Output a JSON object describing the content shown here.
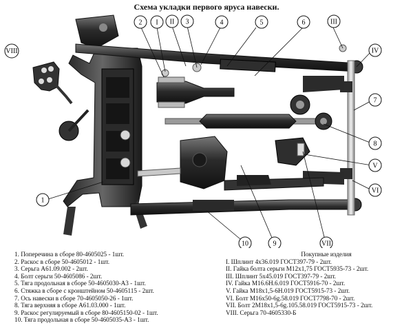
{
  "title": "Схема укладки первого яруса навески.",
  "callouts": [
    "1",
    "2",
    "3",
    "4",
    "5",
    "6",
    "7",
    "8",
    "9",
    "10",
    "I",
    "II",
    "III",
    "IV",
    "V",
    "VI",
    "VII",
    "VIII"
  ],
  "parts": [
    "1. Поперечина в сборе 80-4605025 - 1шт.",
    "2. Раскос в сборе 50-4605012 - 1шт.",
    "3. Серьга А61.09.002 - 2шт.",
    "4. Болт серьги 50-4605086 - 2шт.",
    "5. Тяга продольная в сборе 50-4605030-А3 - 1шт.",
    "6. Стяжка в сборе с кронштейном 50-4605115 - 2шт.",
    "7. Ось навески в сборе 70-4605050-26 - 1шт.",
    "8. Тяга верхняя в сборе А61.03.000 - 1шт.",
    "9. Раскос регулируемый в сборе 80-4605150-02 - 1шт.",
    "10. Тяга продольная в сборе 50-4605035-А3 - 1шт."
  ],
  "purchased_header": "Покупные изделия",
  "purchased": [
    "I. Шплинт 4х36.019 ГОСТ397-79 - 2шт.",
    "II. Гайка болта серьги М12х1,75 ГОСТ5935-73 - 2шт.",
    "III. Шплинт 5х45.019 ГОСТ397-79 - 2шт.",
    "IV. Гайка М16.6Н.6.019 ГОСТ5916-70 - 2шт.",
    "V. Гайка М18х1,5-6Н.019 ГОСТ5915-73 - 2шт.",
    "VI. Болт М16х50-6g.58.019 ГОСТ7798-70 - 2шт.",
    "VII. Болт 2М18х1,5-6g.105.58.019 ГОСТ5915-73 - 2шт.",
    "VIII. Серьга 70-4605330-Б"
  ]
}
